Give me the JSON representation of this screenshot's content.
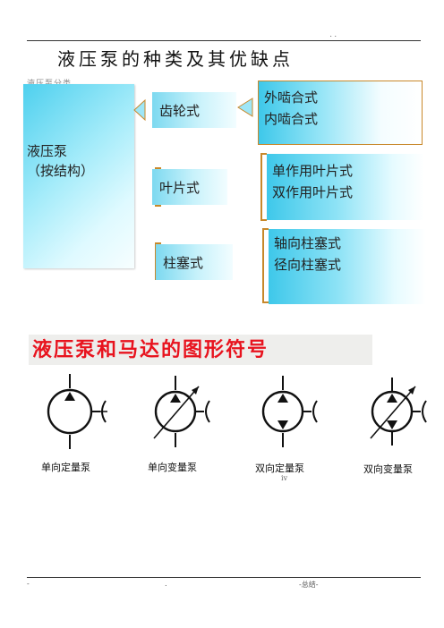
{
  "header": {
    "dots": ". ."
  },
  "title": "液压泵的种类及其优缺点",
  "faint_text": "液压泵分类",
  "classification": {
    "root": {
      "line1": "液压泵",
      "line2": "（按结构）"
    },
    "branches": [
      {
        "label": "齿轮式",
        "children": [
          "外啮合式",
          "内啮合式"
        ]
      },
      {
        "label": "叶片式",
        "children": [
          "单作用叶片式",
          "双作用叶片式"
        ]
      },
      {
        "label": "柱塞式",
        "children": [
          "轴向柱塞式",
          "径向柱塞式"
        ]
      }
    ]
  },
  "symbols": {
    "heading": "液压泵和马达的图形符号",
    "items": [
      {
        "caption": "单向定量泵"
      },
      {
        "caption": "单向变量泵"
      },
      {
        "caption": "双向定量泵"
      },
      {
        "caption": "双向变量泵"
      }
    ],
    "stray_mark": "ⅳ"
  },
  "footer": {
    "left": "-",
    "center": ".",
    "right": "-总结-"
  },
  "colors": {
    "cyan": "#3ec8ea",
    "red_heading": "#e8131e",
    "border_orange": "#c8882a"
  }
}
